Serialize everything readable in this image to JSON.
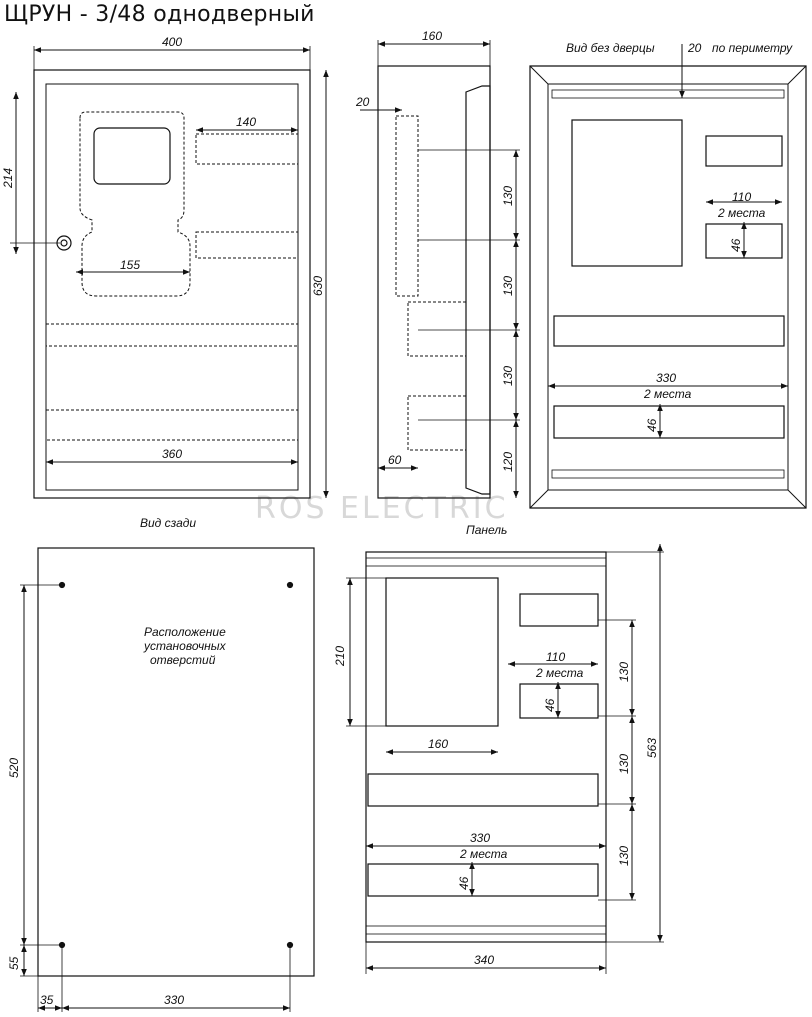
{
  "title": "ЩРУН - 3/48 однодверный",
  "watermark": "ROS ELECTRIC",
  "views": {
    "rear": {
      "caption": "Вид сзади",
      "dims": {
        "width": "400",
        "height": "630",
        "d214": "214",
        "d140": "140",
        "d155": "155",
        "d360": "360"
      }
    },
    "side": {
      "dims": {
        "depth": "160",
        "d20": "20",
        "d60": "60",
        "h1": "130",
        "h2": "130",
        "h3": "130",
        "h4": "120"
      }
    },
    "front": {
      "caption_top": "Вид без дверцы",
      "perimeter_value": "20",
      "perimeter_label": "по периметру",
      "dims": {
        "d110": "110",
        "places_a": "2 места",
        "d46a": "46",
        "d330": "330",
        "places_b": "2 места",
        "d46b": "46"
      }
    },
    "mounting": {
      "label_lines": [
        "Расположение",
        "установочных",
        "отверстий"
      ],
      "dims": {
        "d520": "520",
        "d55": "55",
        "d35": "35",
        "d330": "330"
      }
    },
    "panel": {
      "caption": "Панель",
      "dims": {
        "d210": "210",
        "d160": "160",
        "d110": "110",
        "places_a": "2 места",
        "d46a": "46",
        "v130a": "130",
        "v130b": "130",
        "v130c": "130",
        "d563": "563",
        "d330": "330",
        "places_b": "2 места",
        "d46b": "46",
        "d340": "340"
      }
    }
  }
}
